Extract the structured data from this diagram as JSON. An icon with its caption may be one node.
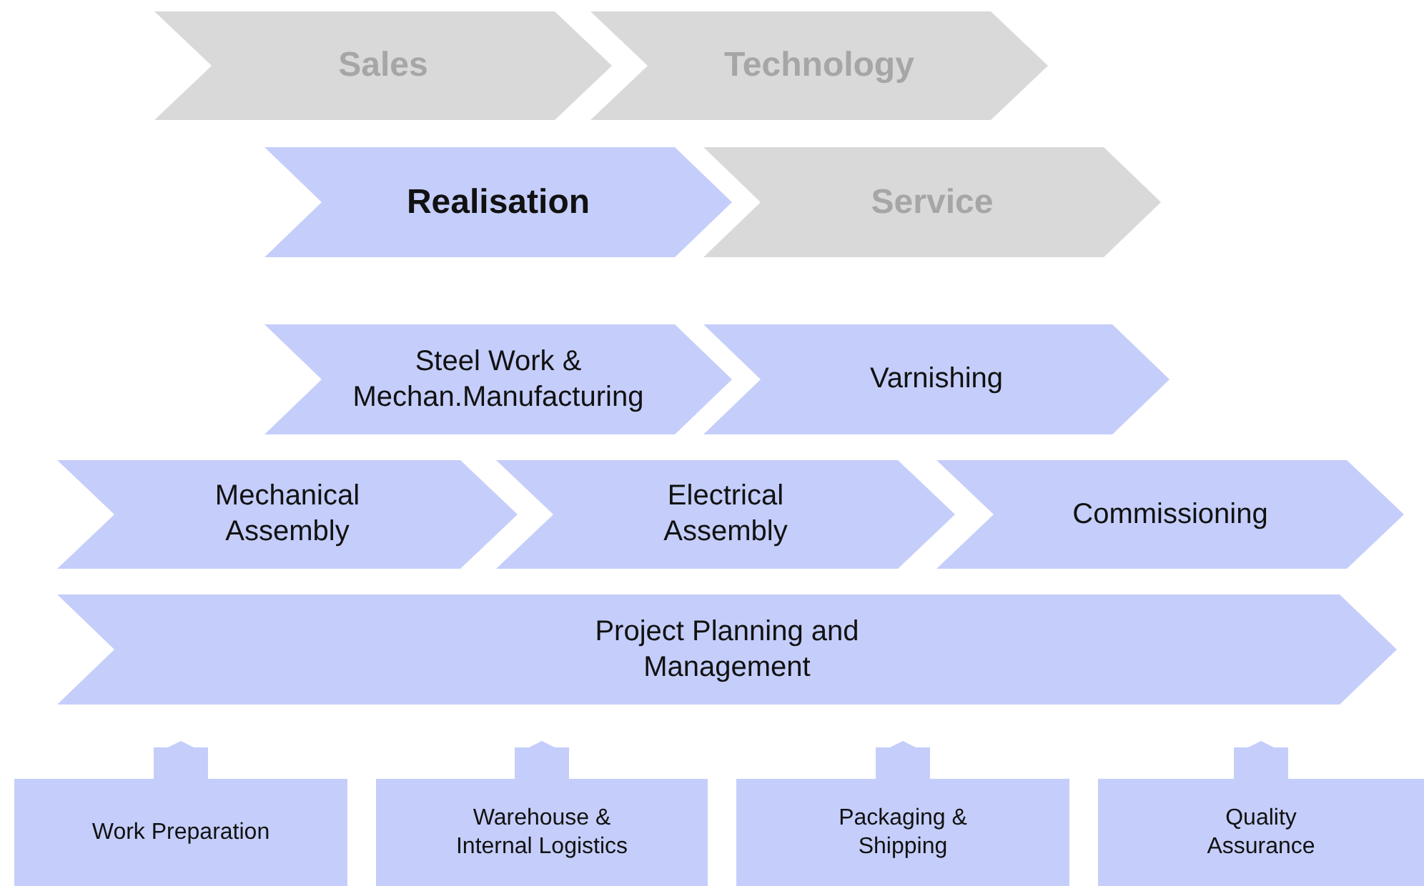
{
  "diagram": {
    "nodes": [
      {
        "text": [
          "Sales"
        ]
      },
      {
        "text": [
          "Technology"
        ]
      },
      {
        "text": [
          "Realisation"
        ]
      },
      {
        "text": [
          "Service"
        ]
      },
      {
        "text": [
          "Steel Work & Mechan.Manufacturing"
        ]
      },
      {
        "text": [
          "Varnishing"
        ]
      },
      {
        "text": [
          "Mechanical Assembly"
        ]
      },
      {
        "text": [
          "Electrical Assembly"
        ]
      },
      {
        "text": [
          "Commissioning"
        ]
      },
      {
        "text": [
          "Project Planning and Management"
        ]
      },
      {
        "text": [
          "Work Preparation"
        ]
      },
      {
        "text": [
          "Warehouse & Internal Logistics"
        ]
      },
      {
        "text": [
          "Packaging & Shipping"
        ]
      },
      {
        "text": [
          "Quality Assurance"
        ]
      }
    ],
    "edges": [
      {
        "from": 10,
        "to": 9,
        "arrow": "to"
      },
      {
        "from": 11,
        "to": 9,
        "arrow": "to"
      },
      {
        "from": 12,
        "to": 9,
        "arrow": "to"
      },
      {
        "from": 13,
        "to": 9,
        "arrow": "to"
      }
    ]
  }
}
